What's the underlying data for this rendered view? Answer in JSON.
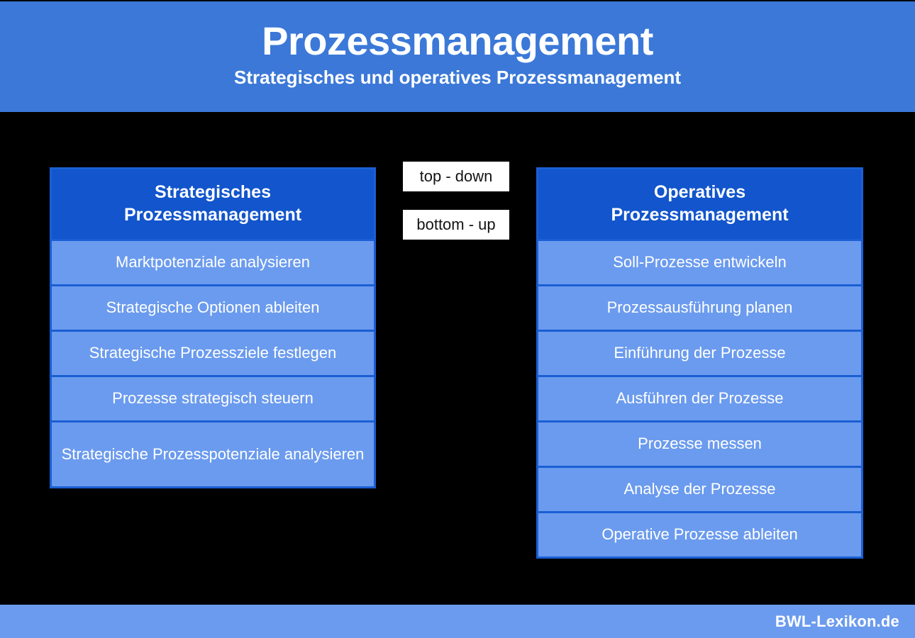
{
  "header": {
    "title": "Prozessmanagement",
    "subtitle": "Strategisches und operatives Prozessmanagement",
    "background_color": "#3b78d8",
    "text_color": "#ffffff"
  },
  "colors": {
    "page_background": "#000000",
    "header_blue": "#3b78d8",
    "column_header_blue": "#1255cc",
    "item_blue": "#6b9bee",
    "border_blue": "#1a5fd4",
    "footer_blue": "#6b9bee",
    "label_white": "#ffffff",
    "label_text": "#141414"
  },
  "columns": [
    {
      "id": "strategisch",
      "header": "Strategisches\nProzessmanagement",
      "header_line1": "Strategisches",
      "header_line2": "Prozessmanagement",
      "items": [
        {
          "label": "Marktpotenziale analysieren",
          "lines": 1
        },
        {
          "label": "Strategische Optionen ableiten",
          "lines": 1
        },
        {
          "label": "Strategische Prozessziele festlegen",
          "lines": 1
        },
        {
          "label": "Prozesse strategisch steuern",
          "lines": 1
        },
        {
          "label": "Strategische Prozesspotenziale analysieren",
          "lines": 2
        }
      ]
    },
    {
      "id": "operativ",
      "header": "Operatives\nProzessmanagement",
      "header_line1": "Operatives",
      "header_line2": "Prozessmanagement",
      "items": [
        {
          "label": "Soll-Prozesse entwickeln",
          "lines": 1
        },
        {
          "label": "Prozessausführung planen",
          "lines": 1
        },
        {
          "label": "Einführung der Prozesse",
          "lines": 1
        },
        {
          "label": "Ausführen der Prozesse",
          "lines": 1
        },
        {
          "label": "Prozesse messen",
          "lines": 1
        },
        {
          "label": "Analyse der Prozesse",
          "lines": 1
        },
        {
          "label": "Operative Prozesse ableiten",
          "lines": 1
        }
      ]
    }
  ],
  "middle_labels": [
    {
      "id": "top-down",
      "label": "top - down"
    },
    {
      "id": "bottom-up",
      "label": "bottom - up"
    }
  ],
  "footer": {
    "brand": "BWL-Lexikon.de"
  }
}
